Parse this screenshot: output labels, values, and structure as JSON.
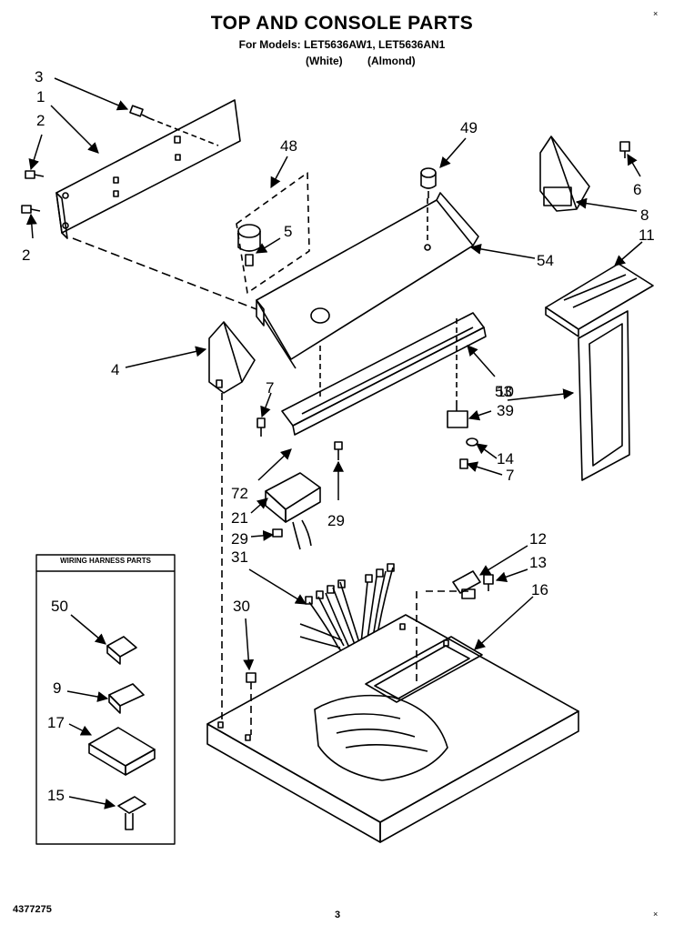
{
  "header": {
    "title": "TOP AND CONSOLE PARTS",
    "models_line": "For Models: LET5636AW1, LET5636AN1",
    "color_white": "(White)",
    "color_almond": "(Almond)"
  },
  "harness_box": {
    "title": "WIRING HARNESS PARTS",
    "callouts": [
      "50",
      "9",
      "17",
      "15"
    ]
  },
  "callouts": [
    "3",
    "1",
    "2",
    "2",
    "48",
    "5",
    "49",
    "6",
    "8",
    "11",
    "54",
    "4",
    "53",
    "10",
    "7",
    "39",
    "14",
    "7",
    "72",
    "21",
    "29",
    "29",
    "12",
    "13",
    "31",
    "16",
    "30"
  ],
  "footer": {
    "doc_number": "4377275",
    "page_number": "3"
  }
}
